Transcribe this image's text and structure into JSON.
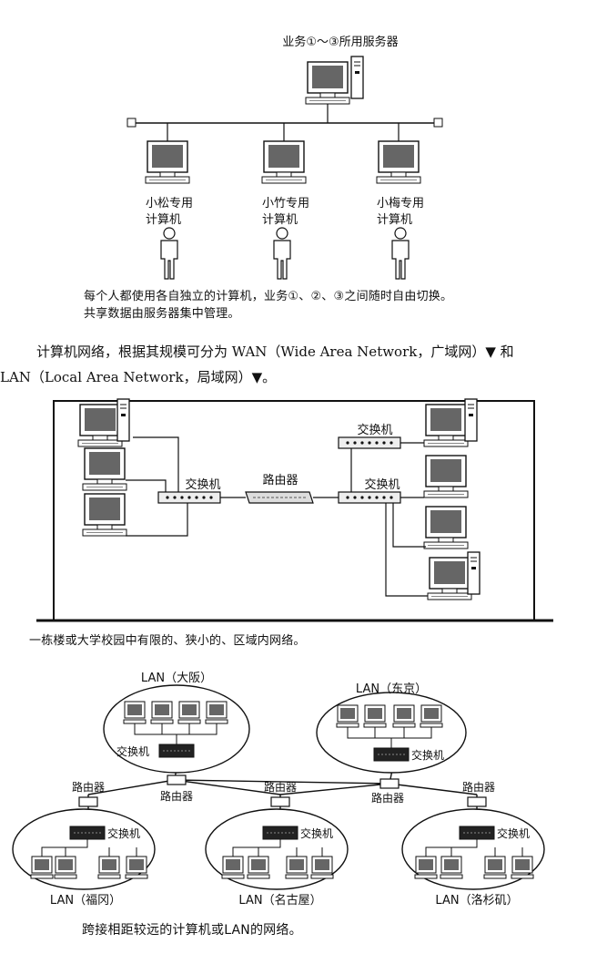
{
  "top": {
    "server_label": "业务①～③所用服务器",
    "users": [
      {
        "line1": "小松专用",
        "line2": "计算机"
      },
      {
        "line1": "小竹专用",
        "line2": "计算机"
      },
      {
        "line1": "小梅专用",
        "line2": "计算机"
      }
    ],
    "caption_line1": "每个人都使用各自独立的计算机，业务①、②、③之间随时自由切换。",
    "caption_line2": "共享数据由服务器集中管理。"
  },
  "paragraph": {
    "line1": "计算机网络，根据其规模可分为 WAN（Wide Area Network，广域网）▼ 和",
    "line2": "LAN（Local Area Network，局域网）▼。"
  },
  "lan_diagram": {
    "switch_left": "交换机",
    "router": "路由器",
    "switch_right_top": "交换机",
    "switch_right_bottom": "交换机",
    "caption": "一栋楼或大学校园中有限的、狭小的、区域内网络。"
  },
  "wan_diagram": {
    "lans": [
      {
        "name": "LAN（大阪）",
        "switch": "交换机"
      },
      {
        "name": "LAN（东京）",
        "switch": "交换机"
      },
      {
        "name": "LAN（福冈）",
        "switch": "交换机"
      },
      {
        "name": "LAN（名古屋）",
        "switch": "交换机"
      },
      {
        "name": "LAN（洛杉矶）",
        "switch": "交换机"
      }
    ],
    "routers": [
      "路由器",
      "路由器",
      "路由器",
      "路由器",
      "路由器"
    ],
    "caption": "跨接相距较远的计算机或LAN的网络。"
  }
}
